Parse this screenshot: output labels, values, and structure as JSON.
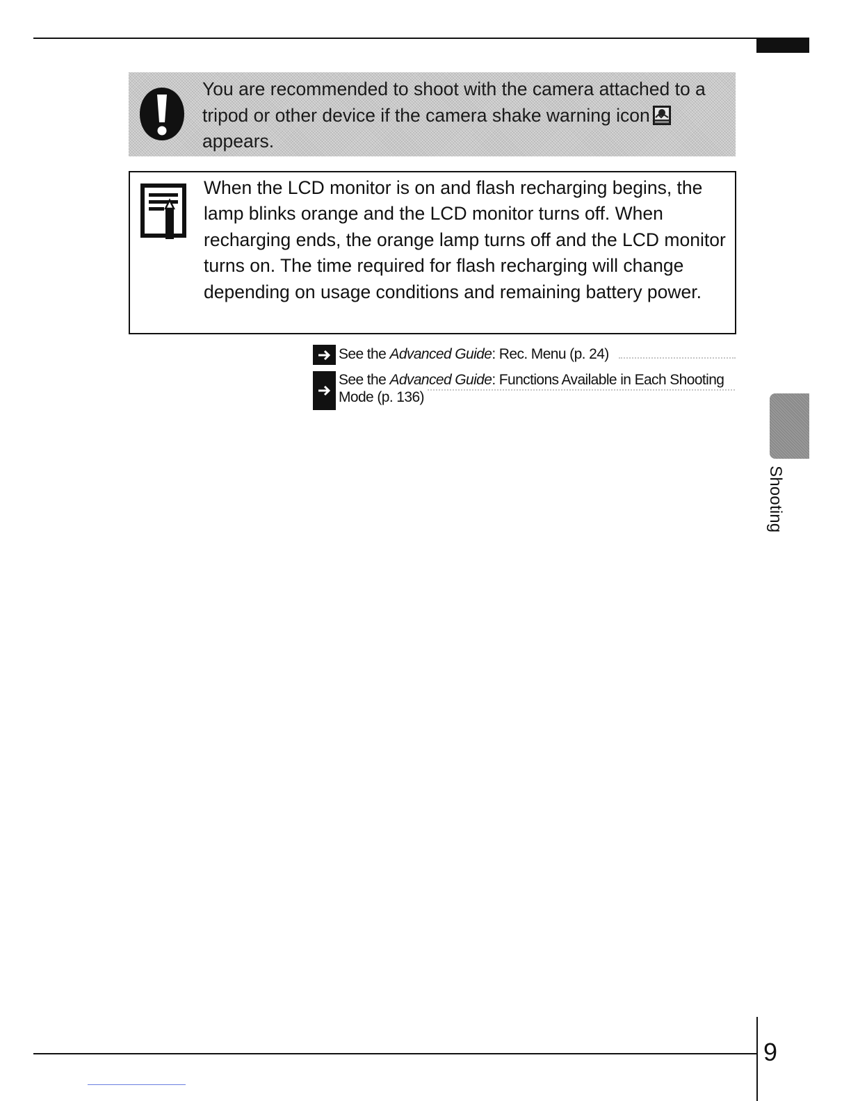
{
  "caution": {
    "icon": "exclamation-icon",
    "text_before": "You are recommended to shoot with the camera attached to a tripod or other device if the camera shake warning icon",
    "inline_icon": "camera-shake-warning-icon",
    "text_after": "appears."
  },
  "note": {
    "icon": "memo-pencil-icon",
    "text": "When the LCD monitor is on and flash recharging begins, the lamp blinks orange and the LCD monitor turns off. When recharging ends, the orange lamp turns off and the LCD monitor turns on. The time required for flash recharging will change depending on usage conditions and remaining battery power."
  },
  "references": [
    {
      "icon": "arrow-right-icon",
      "prefix": "See the ",
      "guide": "Advanced Guide",
      "suffix": ": Rec. Menu (p. 24)"
    },
    {
      "icon": "arrow-right-icon",
      "prefix": "See the ",
      "guide": "Advanced Guide",
      "suffix": ": Functions Available in Each Shooting Mode (p. 136)"
    }
  ],
  "side_tab": {
    "label": "Shooting"
  },
  "footer": {
    "page_number": "9"
  }
}
